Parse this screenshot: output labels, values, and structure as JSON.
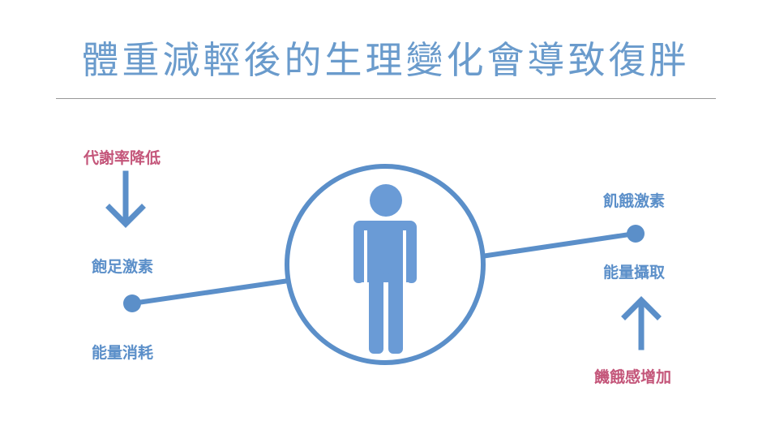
{
  "title": "體重減輕後的生理變化會導致復胖",
  "colors": {
    "title": "#6a9bcc",
    "primary_blue": "#5b8fc9",
    "figure_blue": "#6a9bd6",
    "accent_pink": "#c4567a",
    "divider": "#999999"
  },
  "left": {
    "cause": "代謝率降低",
    "arrow_icon": "arrow-down-icon",
    "upper_label": "飽足激素",
    "lower_label": "能量消耗"
  },
  "right": {
    "upper_label": "飢餓激素",
    "lower_label": "能量攝取",
    "arrow_icon": "arrow-up-icon",
    "cause": "饑餓感增加"
  },
  "center_icon": "person-icon"
}
